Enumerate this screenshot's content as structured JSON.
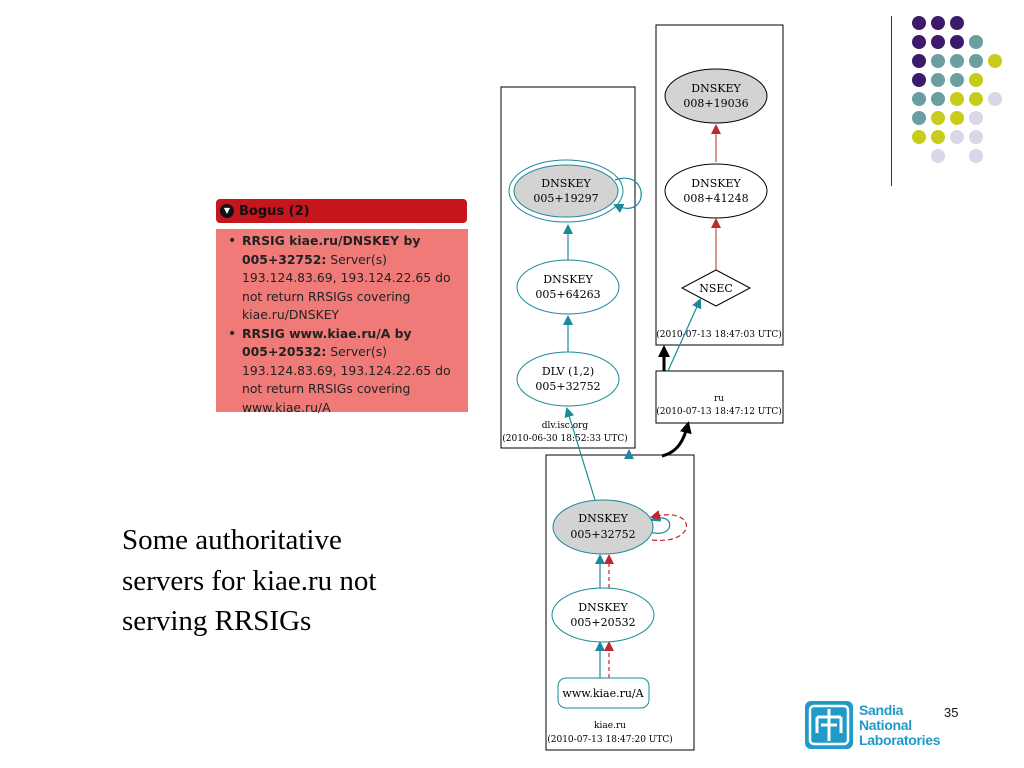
{
  "slide": {
    "caption_lines": [
      "Some authoritative",
      "servers for kiae.ru not",
      "serving RRSIGs"
    ],
    "page_number": "35"
  },
  "bogus_panel": {
    "title": "Bogus (2)",
    "items": [
      {
        "bold": "RRSIG kiae.ru/DNSKEY by 005+32752:",
        "text": " Server(s) 193.124.83.69, 193.124.22.65 do not return RRSIGs covering kiae.ru/DNSKEY"
      },
      {
        "bold": "RRSIG www.kiae.ru/A by 005+20532:",
        "text": " Server(s) 193.124.83.69, 193.124.22.65 do not return RRSIGs covering www.kiae.ru/A"
      }
    ]
  },
  "graph": {
    "zones": {
      "ru_root": {
        "timestamp": "(2010-07-13 18:47:03 UTC)"
      },
      "ru": {
        "name": "ru",
        "timestamp": "(2010-07-13 18:47:12 UTC)"
      },
      "dlv": {
        "name": "dlv.isc.org",
        "timestamp": "(2010-06-30 18:52:33 UTC)"
      },
      "kiae": {
        "name": "kiae.ru",
        "timestamp": "(2010-07-13 18:47:20 UTC)"
      }
    },
    "nodes": {
      "root_ksk": {
        "type": "DNSKEY",
        "id": "008+19036"
      },
      "root_zsk": {
        "type": "DNSKEY",
        "id": "008+41248"
      },
      "nsec": {
        "type": "NSEC"
      },
      "dlv_ksk": {
        "type": "DNSKEY",
        "id": "005+19297"
      },
      "dlv_zsk": {
        "type": "DNSKEY",
        "id": "005+64263"
      },
      "dlv_rec": {
        "type": "DLV (1,2)",
        "id": "005+32752"
      },
      "kiae_ksk": {
        "type": "DNSKEY",
        "id": "005+32752"
      },
      "kiae_zsk": {
        "type": "DNSKEY",
        "id": "005+20532"
      },
      "www_a": {
        "label": "www.kiae.ru/A"
      }
    },
    "colors": {
      "secure": "#1a8a9a",
      "bogus": "#c0282d",
      "delegation": "#000000",
      "key_fill": "#d3d3d3"
    }
  },
  "logo": {
    "words": [
      "Sandia",
      "National",
      "Laboratories"
    ],
    "color": "#1f9ac9"
  },
  "palette": {
    "purple": "#3d1a6b",
    "teal": "#6b9ea0",
    "yellow": "#c8cc1a",
    "lavender": "#d8d8e8"
  }
}
